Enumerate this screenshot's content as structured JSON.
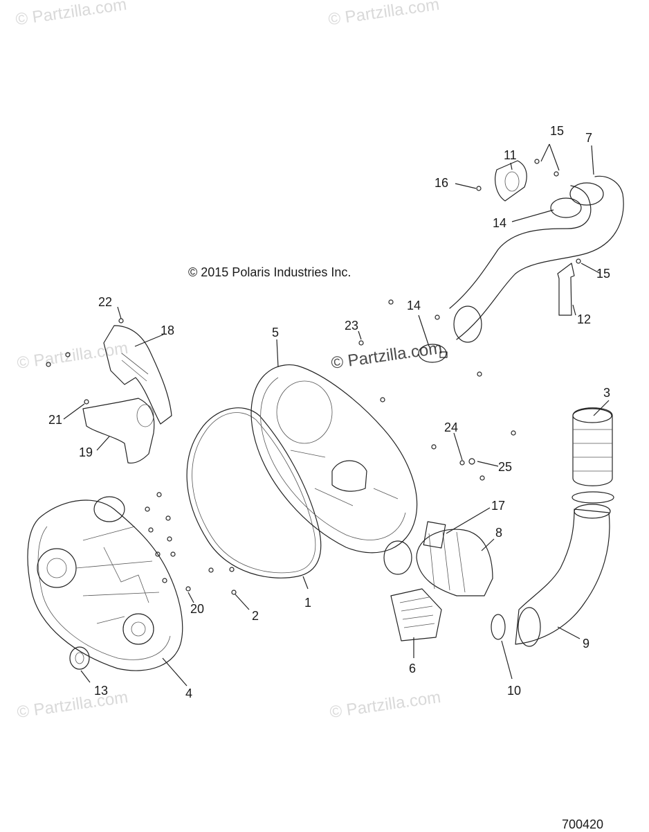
{
  "copyright": "© 2015 Polaris Industries Inc.",
  "document_id": "700420",
  "watermark_text": "© Partzilla.com",
  "callouts": [
    "1",
    "2",
    "3",
    "4",
    "5",
    "6",
    "7",
    "8",
    "9",
    "10",
    "11",
    "12",
    "13",
    "14",
    "14",
    "15",
    "15",
    "16",
    "17",
    "18",
    "19",
    "20",
    "21",
    "22",
    "23",
    "24",
    "25"
  ]
}
